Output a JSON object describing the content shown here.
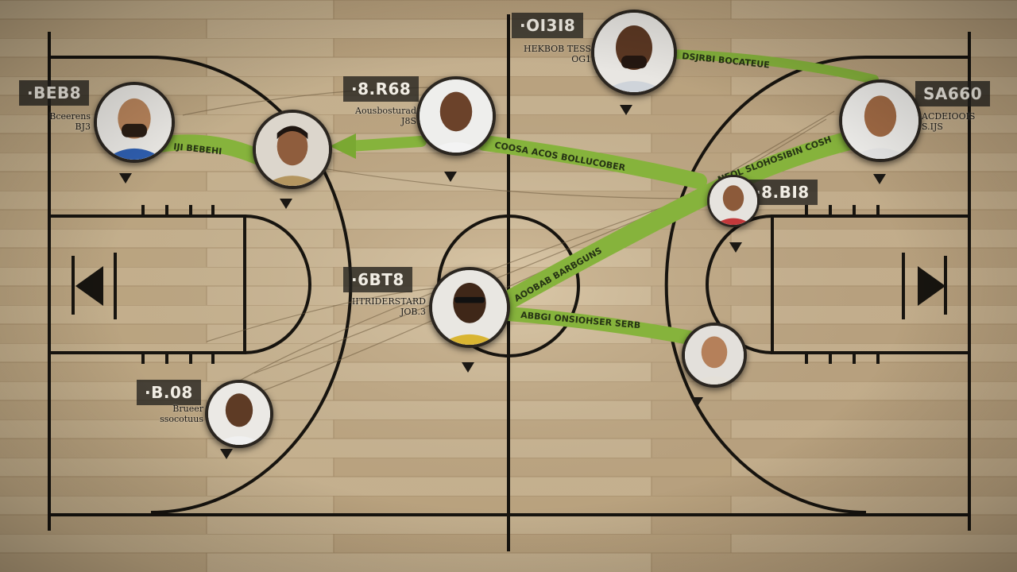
{
  "colors": {
    "wood_light": "#cbb48f",
    "wood_dark": "#a88d67",
    "court_lines": "#17140f",
    "pass_arrow": "#86b33c",
    "label_bg": "#23211e"
  },
  "players": [
    {
      "id": "p1",
      "score": "·BEB8",
      "info": "Bceerens\nBJ3",
      "jersey": "#2f5fb0",
      "skin": "#b9855c"
    },
    {
      "id": "p2",
      "score": "",
      "info": "",
      "jersey": "#b49660",
      "skin": "#8f5d3d"
    },
    {
      "id": "p3",
      "score": "·8.R68",
      "info": "Aousbosturad\nJ8S",
      "jersey": "#f3f3f3",
      "skin": "#6b422a"
    },
    {
      "id": "p4",
      "score": "·OI3I8",
      "info": "HEKBOB TESS\nOG1",
      "jersey": "#cfd4da",
      "skin": "#5c3823"
    },
    {
      "id": "p5",
      "score": "SA660",
      "info": "ACDEIOOIS\nS.IJS",
      "jersey": "#e8e8e8",
      "skin": "#a26b45"
    },
    {
      "id": "p6",
      "score": "·8.BI8",
      "info": "",
      "jersey": "#c2393b",
      "skin": "#8c5a3a"
    },
    {
      "id": "p7",
      "score": "·6BT8",
      "info": "IITRIDERSTARD\nJOB.3",
      "jersey": "#d9b532",
      "skin": "#3f2718"
    },
    {
      "id": "p8",
      "score": "",
      "info": "",
      "jersey": "#e4e0d8",
      "skin": "#b5805a"
    },
    {
      "id": "p9",
      "score": "·B.08",
      "info": "Brueer\nssocotuus",
      "jersey": "#f0f0f0",
      "skin": "#5e3b25"
    }
  ],
  "pass_labels": {
    "a": "IJI BEBEHI",
    "b": "COOSA ACOS BOLLUCOBER",
    "c": "DSJRBI BOCATEUE",
    "d": "AOOBAB BARBGUNS",
    "e": "ABBGI ONSIOHSER SERB",
    "f": "NEOL SLOHOSIBIN COSH"
  }
}
